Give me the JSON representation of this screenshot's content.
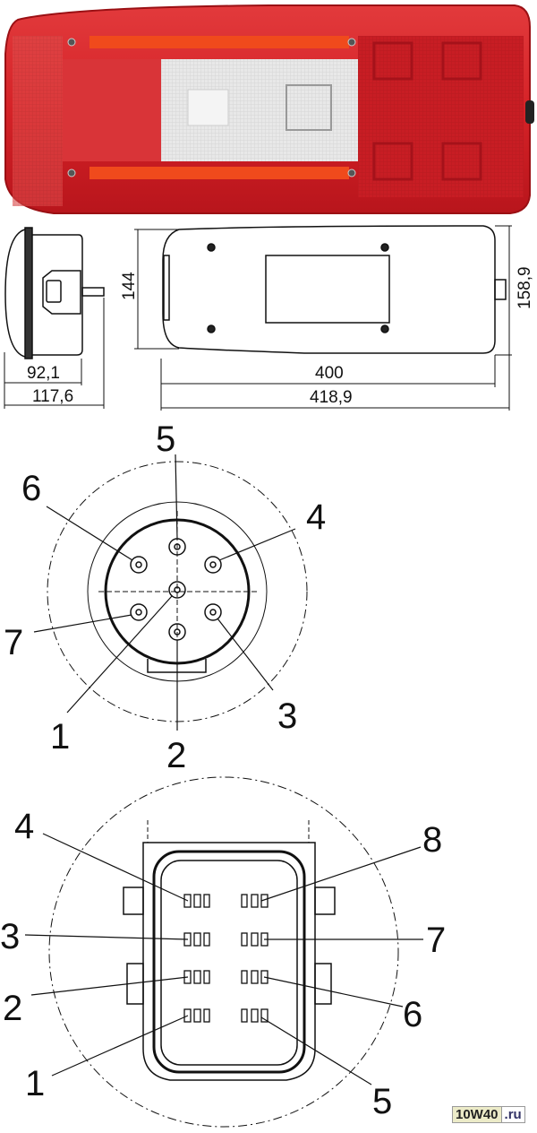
{
  "dimensions": {
    "side_depth": "92,1",
    "side_total": "117,6",
    "height": "144",
    "height_total": "158,9",
    "width": "400",
    "width_total": "418,9"
  },
  "connector_7pin": {
    "pin_labels": [
      "1",
      "2",
      "3",
      "4",
      "5",
      "6",
      "7"
    ]
  },
  "connector_8pin": {
    "pin_labels": [
      "1",
      "2",
      "3",
      "4",
      "5",
      "6",
      "7",
      "8"
    ]
  },
  "watermark": {
    "left": "10W40",
    "right": ".ru"
  },
  "colors": {
    "lamp_red": "#d8262b",
    "lens_white": "#e8e8e8",
    "amber": "#f04a1c"
  }
}
